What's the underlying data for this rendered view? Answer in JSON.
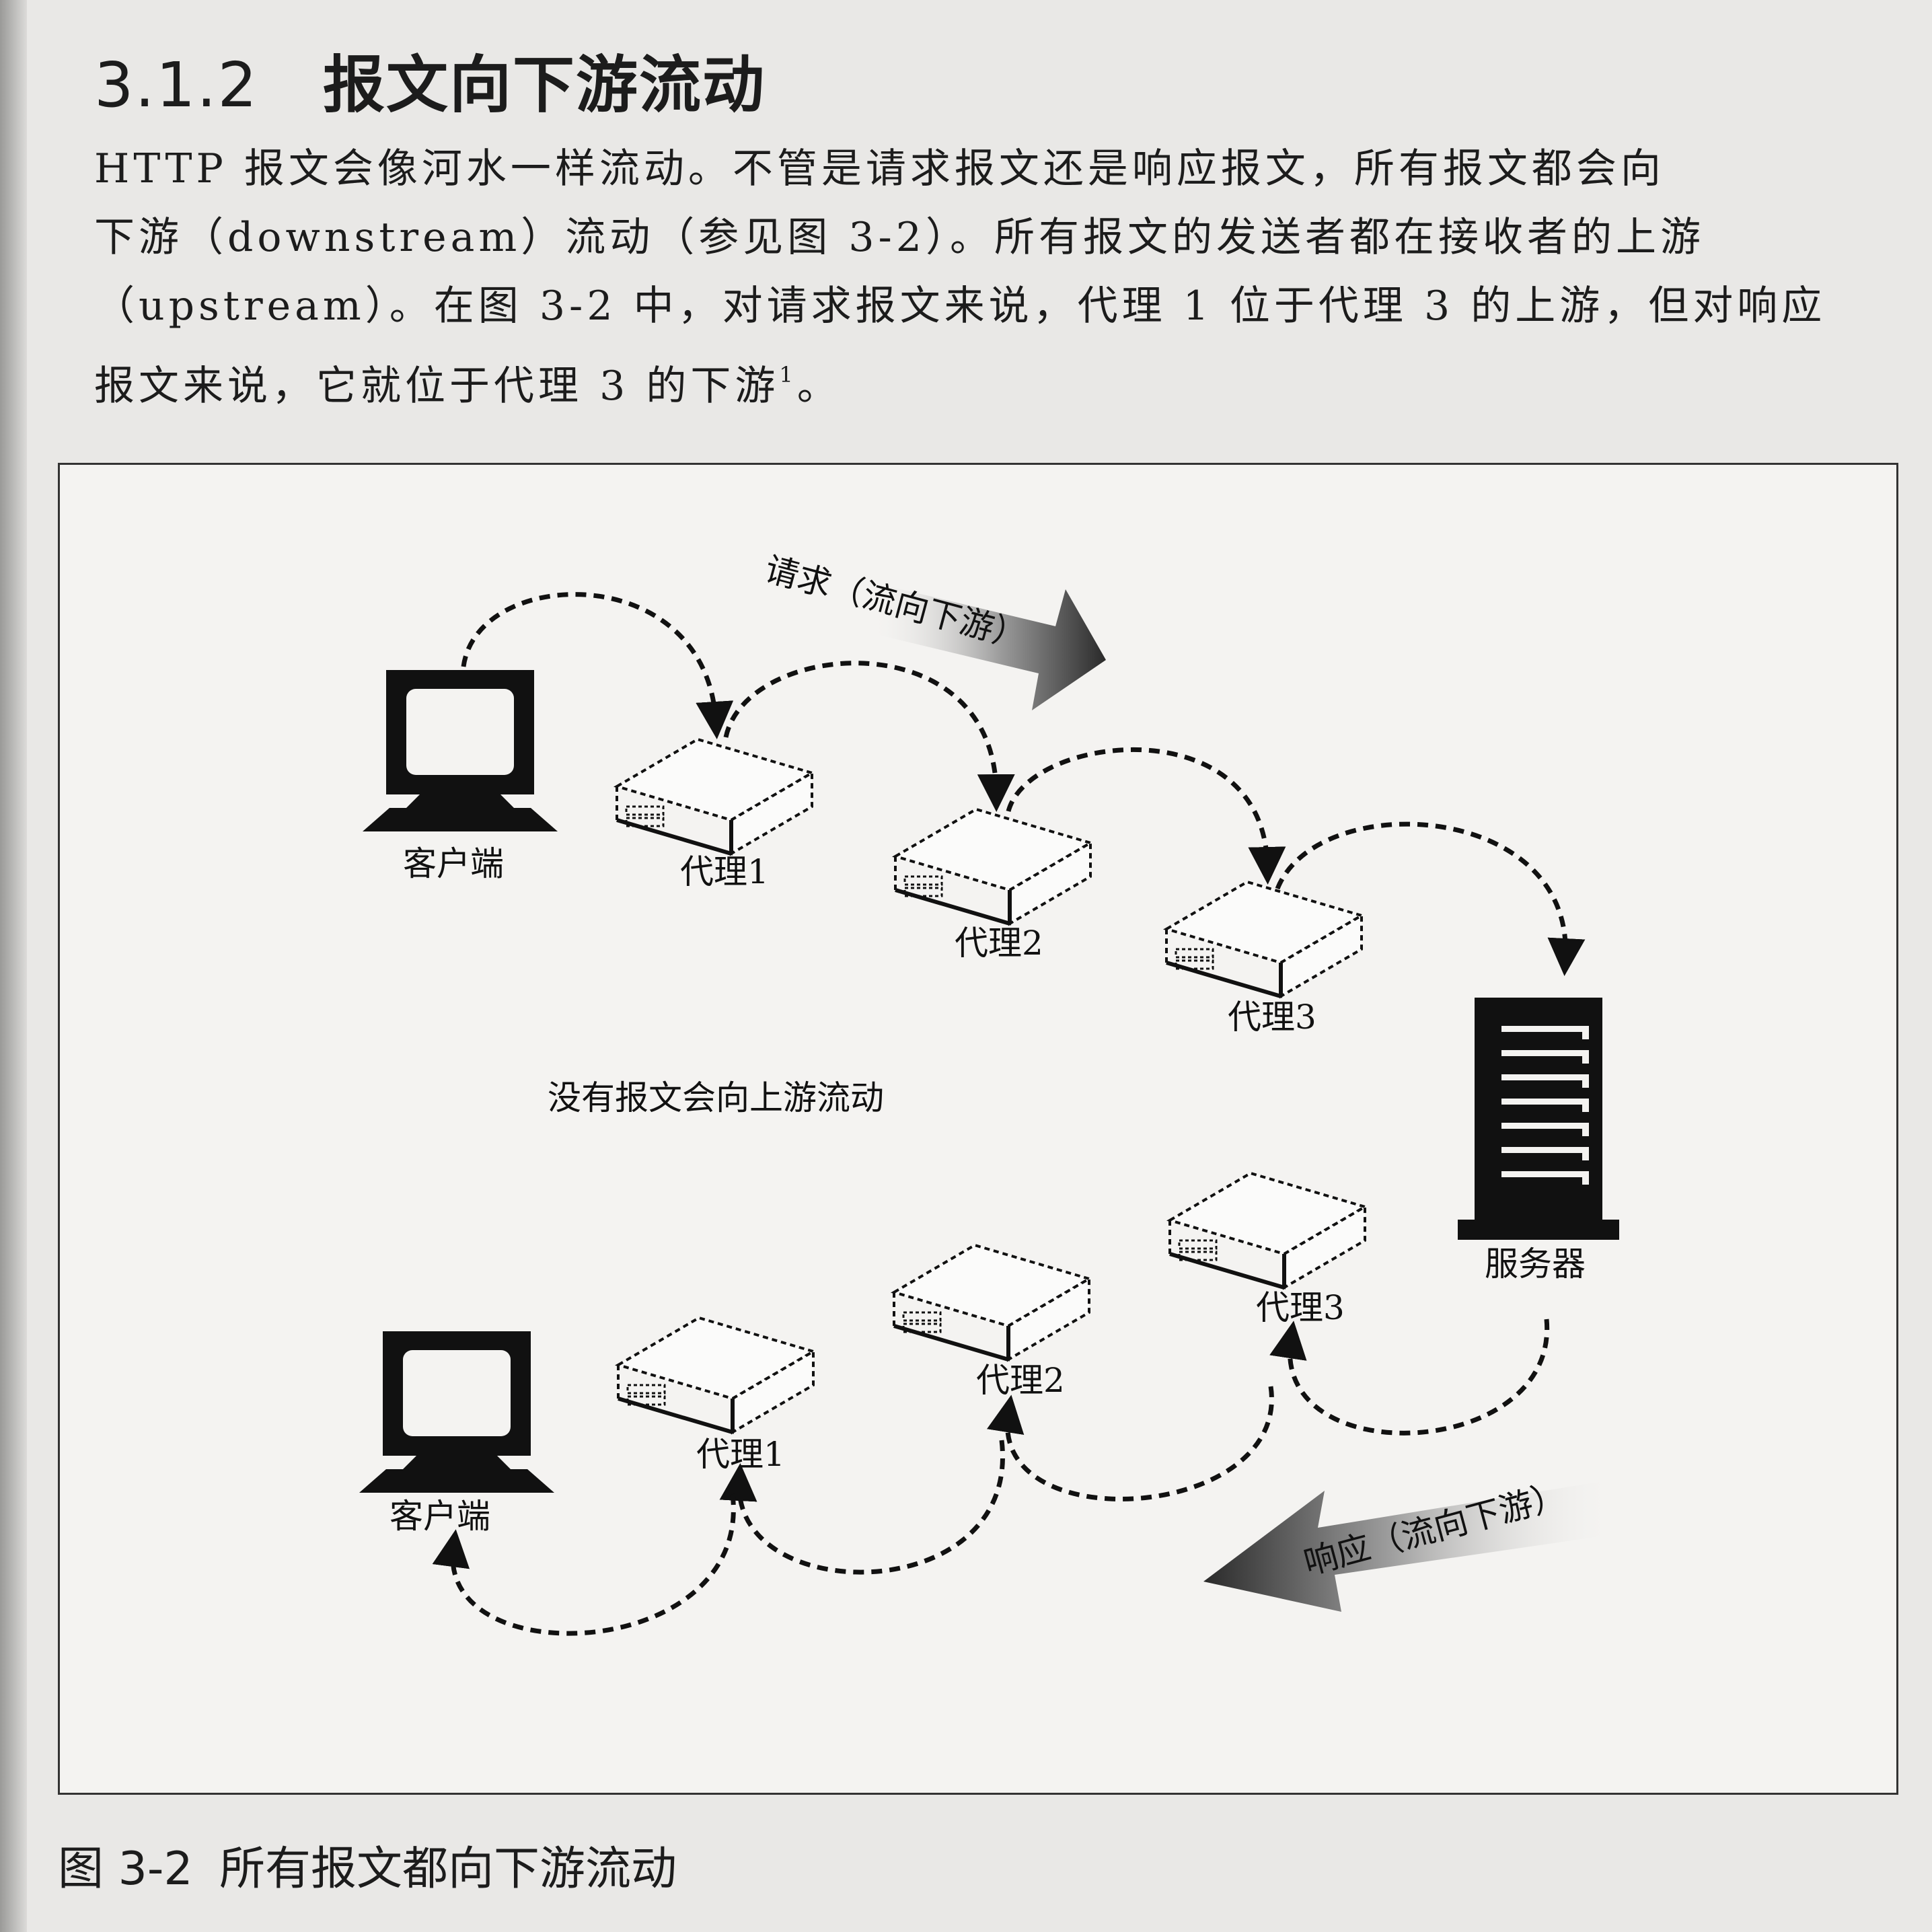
{
  "section": {
    "number": "3.1.2",
    "title": "报文向下游流动"
  },
  "paragraph": {
    "line1": "HTTP 报文会像河水一样流动。不管是请求报文还是响应报文，所有报文都会向",
    "line2": "下游（downstream）流动（参见图 3-2）。所有报文的发送者都在接收者的上游",
    "line3": "（upstream）。在图 3-2 中，对请求报文来说，代理 1 位于代理 3 的上游，但对响应",
    "line4": "报文来说，它就位于代理 3 的下游",
    "footnote_mark": "1",
    "line4_end": "。"
  },
  "figure": {
    "request_label": "请求（流向下游）",
    "response_label": "响应（流向下游）",
    "no_upstream_note": "没有报文会向上游流动",
    "top": {
      "client": "客户端",
      "proxy1": "代理1",
      "proxy2": "代理2",
      "proxy3": "代理3"
    },
    "server": "服务器",
    "bottom": {
      "client": "客户端",
      "proxy1": "代理1",
      "proxy2": "代理2",
      "proxy3": "代理3"
    },
    "icons": [
      "monitor-icon",
      "proxy-box-icon",
      "server-tower-icon",
      "flow-arrow-icon"
    ]
  },
  "caption": {
    "number": "图 3-2",
    "text": "所有报文都向下游流动"
  }
}
